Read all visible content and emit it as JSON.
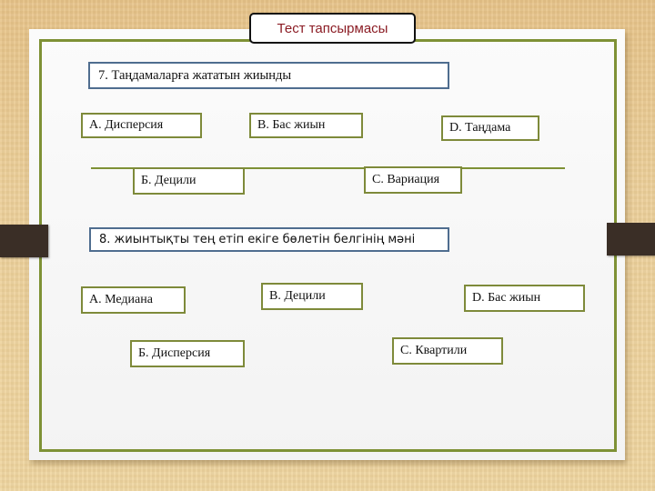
{
  "slide": {
    "title": "Тест тапсырмасы",
    "colors": {
      "title_text": "#8b1c24",
      "frame_olive": "#7e9135",
      "question_border": "#4f6d8f",
      "answer_border": "#7e8a3a",
      "background_wood": "#e9c98e",
      "tab_dark": "#3a2e26"
    }
  },
  "questions": [
    {
      "prompt": "7. Таңдамаларға жататын жиынды",
      "options": [
        {
          "label": "А. Дисперсия"
        },
        {
          "label": "В. Бас жиын"
        },
        {
          "label": "D. Таңдама"
        },
        {
          "label": "Б. Децили"
        },
        {
          "label": "С. Вариация"
        }
      ]
    },
    {
      "prompt": "8. жиынтықты тең етіп екіге бөлетін белгінің мәні",
      "options": [
        {
          "label": "А. Медиана"
        },
        {
          "label": "В. Децили"
        },
        {
          "label": "D. Бас жиын"
        },
        {
          "label": "Б. Дисперсия"
        },
        {
          "label": "С. Квартили"
        }
      ]
    }
  ]
}
